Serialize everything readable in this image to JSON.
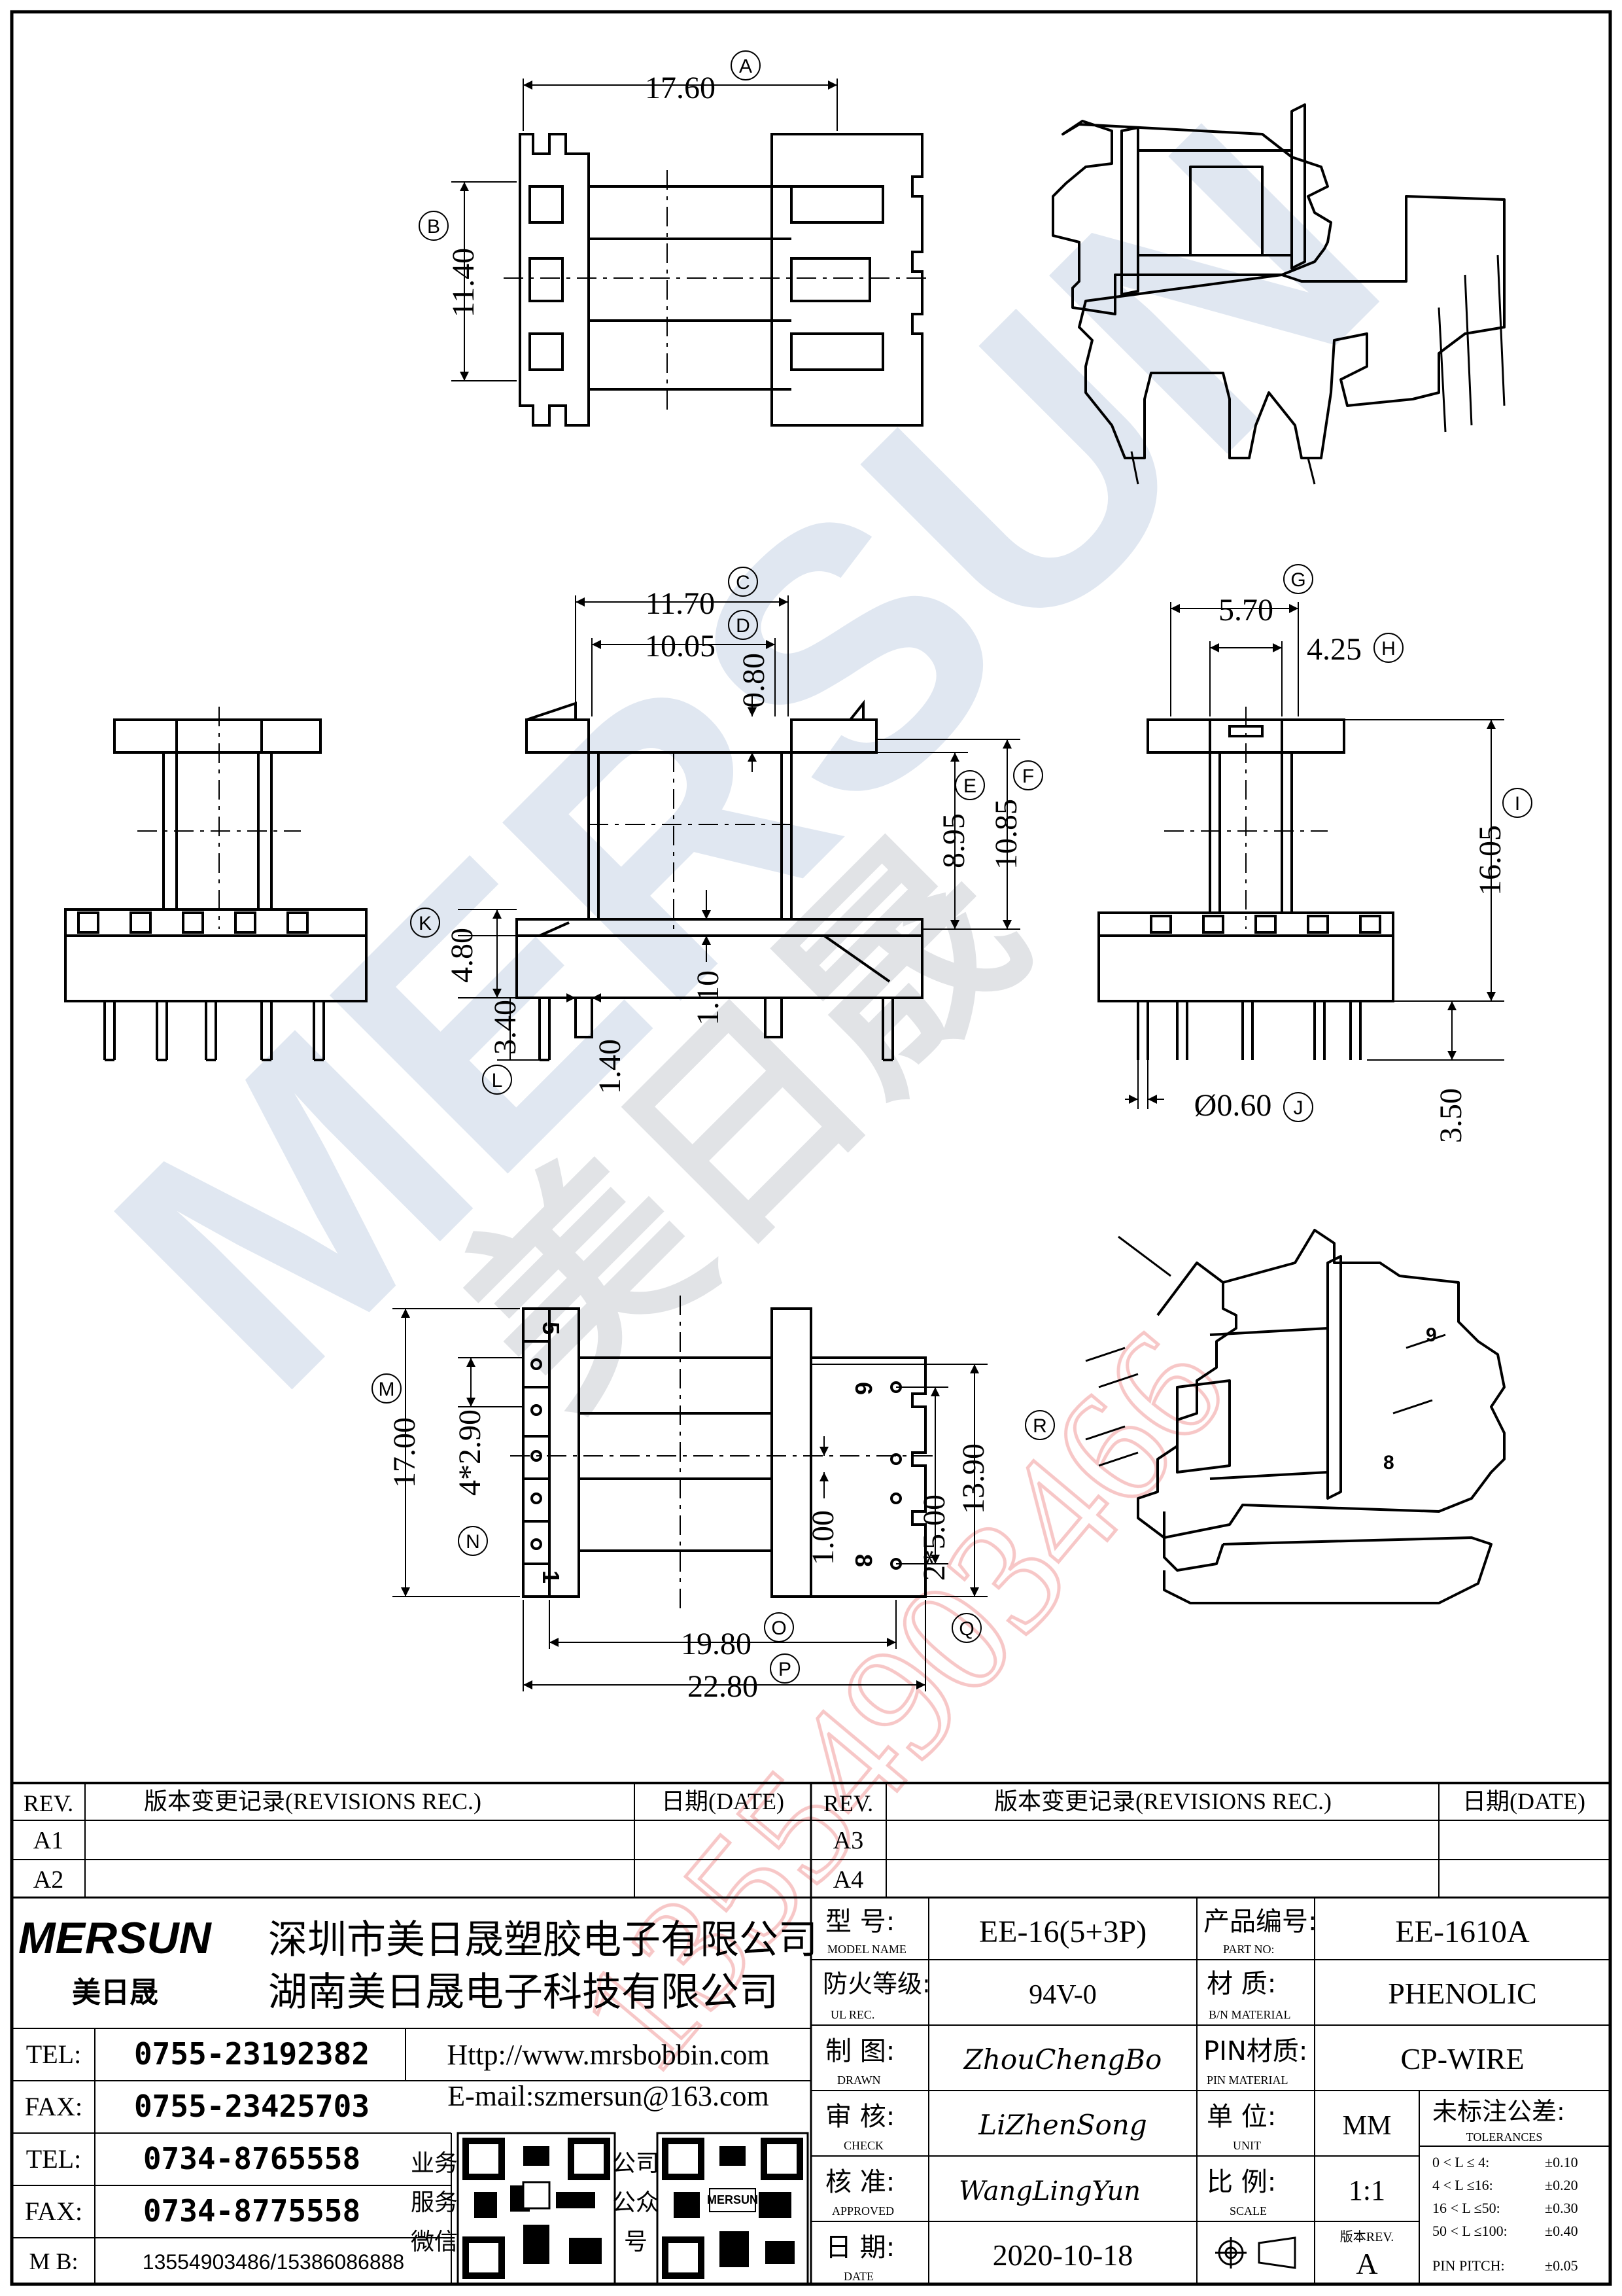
{
  "dimensions": {
    "A": "17.60",
    "B": "11.40",
    "C": "11.70",
    "D": "10.05",
    "D2": "0.80",
    "E": "8.95",
    "F": "10.85",
    "K": "4.80",
    "L": "3.40",
    "L2": "1.40",
    "L3": "1.10",
    "G": "5.70",
    "H": "4.25",
    "I": "16.05",
    "J": "Ø0.60",
    "J2": "3.50",
    "M": "17.00",
    "N": "4*2.90",
    "N2": "1.00",
    "O": "19.80",
    "P": "22.80",
    "Q": "2*5.00",
    "R": "13.90"
  },
  "callouts": [
    "A",
    "B",
    "C",
    "D",
    "E",
    "F",
    "G",
    "H",
    "I",
    "J",
    "K",
    "L",
    "M",
    "N",
    "O",
    "P",
    "Q",
    "R"
  ],
  "pin_labels": {
    "left_top": "5",
    "left_bottom": "1",
    "right_top": "6",
    "right_bottom": "8",
    "iso_pin": "9"
  },
  "watermark": {
    "brand": "MERSUN",
    "cn": "美日晟",
    "phone": "13554903466"
  },
  "revisions": {
    "header_rev": "REV.",
    "header_rec": "版本变更记录(REVISIONS REC.)",
    "header_date": "日期(DATE)",
    "left_rows": [
      "A1",
      "A2"
    ],
    "right_rows": [
      "A3",
      "A4"
    ]
  },
  "company": {
    "logo": "MERSUN",
    "logo_cn": "美日晟",
    "name1": "深圳市美日晟塑胶电子有限公司",
    "name2": "湖南美日晟电子科技有限公司"
  },
  "contacts": [
    {
      "label": "TEL:",
      "value": "0755-23192382"
    },
    {
      "label": "FAX:",
      "value": "0755-23425703"
    },
    {
      "label": "TEL:",
      "value": "0734-8765558"
    },
    {
      "label": "FAX:",
      "value": "0734-8775558"
    },
    {
      "label": "M B:",
      "value": "13554903486/15386086888"
    }
  ],
  "web": "Http://www.mrsbobbin.com",
  "email": "E-mail:szmersun@163.com",
  "qr_labels": {
    "left": [
      "业务",
      "服务",
      "微信"
    ],
    "right": [
      "公司",
      "公众",
      "号"
    ],
    "right_center": "MERSUN"
  },
  "fields": {
    "model": {
      "label": "型  号:",
      "sub": "MODEL NAME",
      "value": "EE-16(5+3P)"
    },
    "part": {
      "label": "产品编号:",
      "sub": "PART NO:",
      "value": "EE-1610A"
    },
    "ul": {
      "label": "防火等级:",
      "sub": "UL REC.",
      "value": "94V-0"
    },
    "material": {
      "label": "材  质:",
      "sub": "B/N MATERIAL",
      "value": "PHENOLIC"
    },
    "drawn": {
      "label": "制  图:",
      "sub": "DRAWN",
      "value": "ZhouChengBo"
    },
    "pin": {
      "label": "PIN材质:",
      "sub": "PIN MATERIAL",
      "value": "CP-WIRE"
    },
    "check": {
      "label": "审  核:",
      "sub": "CHECK",
      "value": "LiZhenSong"
    },
    "unit": {
      "label": "单  位:",
      "sub": "UNIT",
      "value": "MM"
    },
    "approved": {
      "label": "核  准:",
      "sub": "APPROVED",
      "value": "WangLingYun"
    },
    "scale": {
      "label": "比  例:",
      "sub": "SCALE",
      "value": "1:1"
    },
    "date": {
      "label": "日  期:",
      "sub": "DATE",
      "value": "2020-10-18"
    },
    "version": {
      "label": "版本REV.",
      "value": "A"
    }
  },
  "tolerances": {
    "title": "未标注公差:",
    "sub": "TOLERANCES",
    "rows": [
      {
        "range": "0 < L ≤  4:",
        "tol": "±0.10"
      },
      {
        "range": "4 < L ≤16:",
        "tol": "±0.20"
      },
      {
        "range": "16 < L ≤50:",
        "tol": "±0.30"
      },
      {
        "range": "50 < L ≤100:",
        "tol": "±0.40"
      },
      {
        "range": "PIN PITCH:",
        "tol": "±0.05"
      }
    ]
  }
}
